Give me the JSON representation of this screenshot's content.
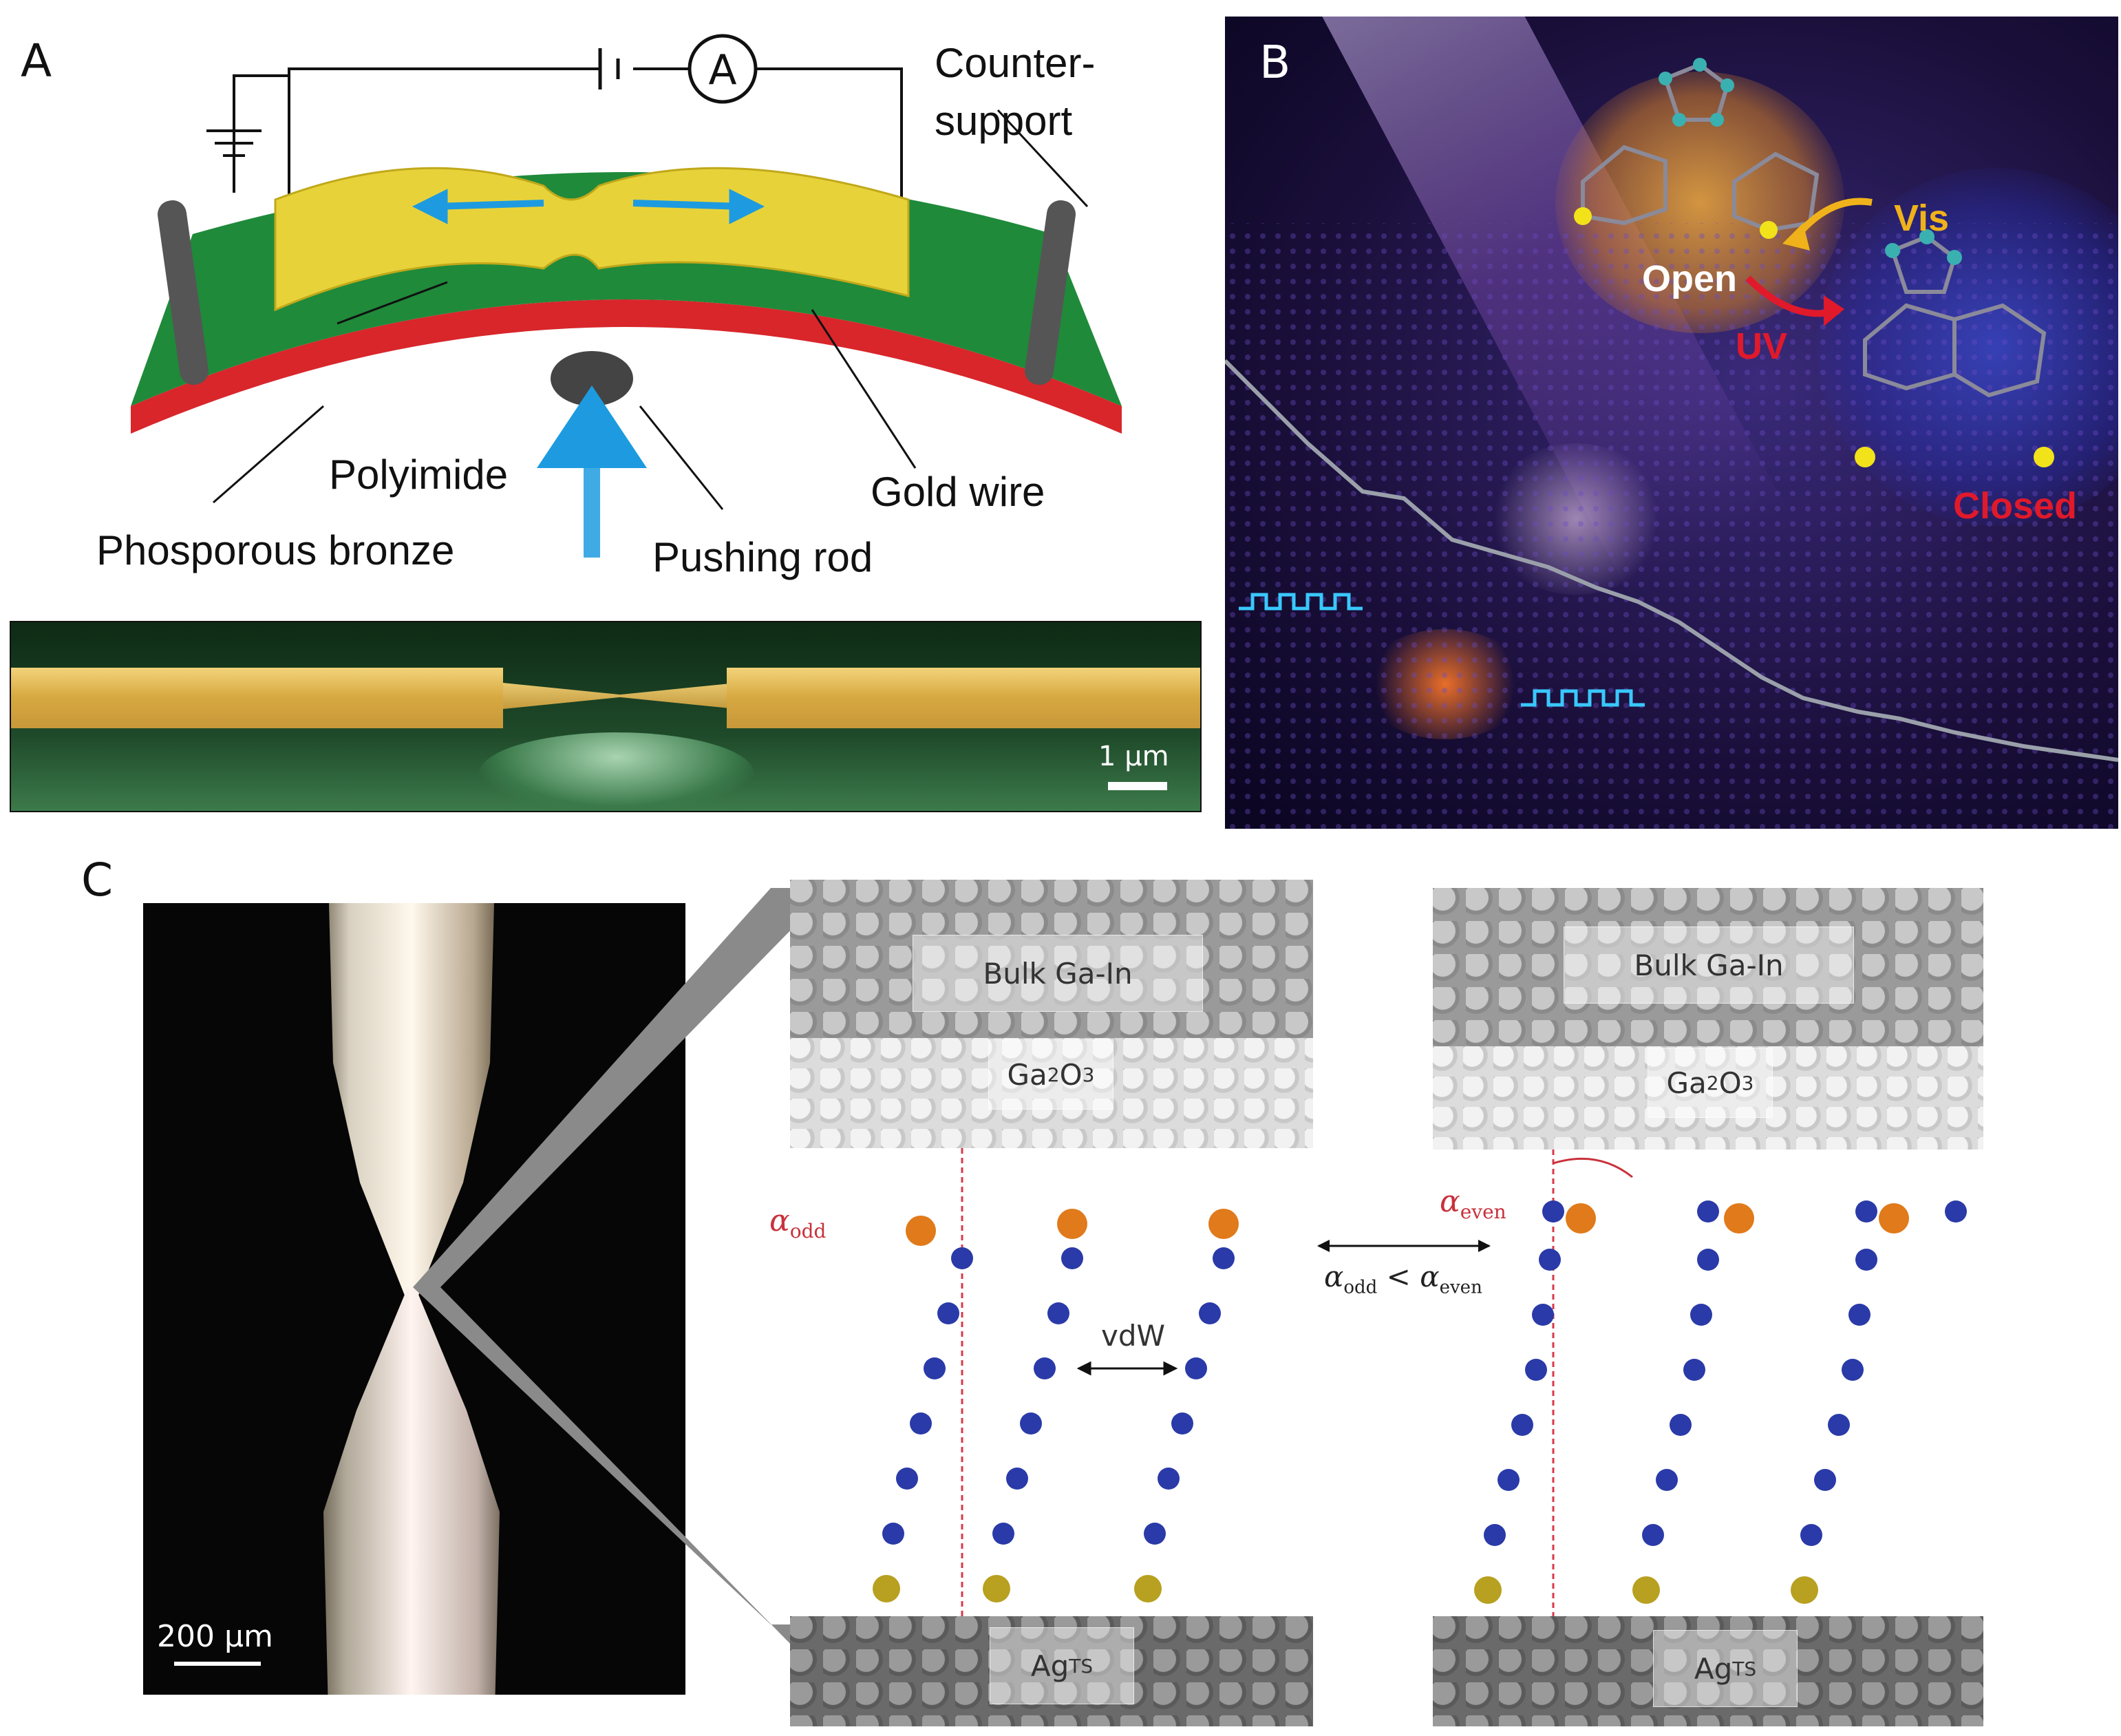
{
  "panels": {
    "a": {
      "letter": "A"
    },
    "b": {
      "letter": "B"
    },
    "c": {
      "letter": "C"
    }
  },
  "panel_a": {
    "ammeter_symbol": "A",
    "labels": {
      "counter_support": "Counter-\nsupport",
      "polyimide": "Polyimide",
      "gold_wire": "Gold wire",
      "phosporous_bronze": "Phosporous bronze",
      "pushing_rod": "Pushing rod"
    },
    "scale_bar": "1 μm",
    "colors": {
      "substrate": "#1f8a3a",
      "bronze": "#d8262b",
      "gold": "#e8d23a",
      "arrow": "#1e9be0"
    }
  },
  "panel_b": {
    "labels": {
      "open": "Open",
      "closed": "Closed",
      "vis": "Vis",
      "uv": "UV"
    },
    "colors": {
      "open": "#ffffff",
      "closed": "#e0192b",
      "vis": "#f0b21a",
      "uv": "#e0192b",
      "background": "#2a1a4a"
    }
  },
  "panel_c": {
    "scale_bar": "200 μm",
    "left_junction": {
      "bulk": "Bulk Ga-In",
      "oxide": "Ga",
      "oxide_sub": "2",
      "oxide_tail": "O",
      "oxide_sub2": "3",
      "substrate": "Ag",
      "substrate_sup": "TS",
      "alpha_label": "α",
      "alpha_sub": "odd",
      "vdw": "vdW"
    },
    "right_junction": {
      "bulk": "Bulk Ga-In",
      "oxide": "Ga",
      "oxide_sub": "2",
      "oxide_tail": "O",
      "oxide_sub2": "3",
      "substrate": "Ag",
      "substrate_sup": "TS",
      "alpha_label": "α",
      "alpha_sub": "even"
    },
    "comparison": {
      "a": "α",
      "a_sub": "odd",
      "lt": " < ",
      "b": "α",
      "b_sub": "even"
    }
  }
}
